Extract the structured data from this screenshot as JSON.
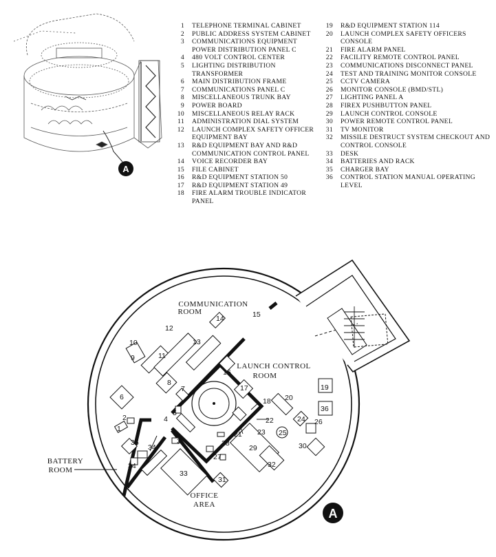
{
  "legend": {
    "items": [
      {
        "n": "1",
        "label": "TELEPHONE TERMINAL CABINET"
      },
      {
        "n": "2",
        "label": "PUBLIC ADDRESS SYSTEM CABINET"
      },
      {
        "n": "3",
        "label": "COMMUNICATIONS EQUIPMENT POWER DISTRIBUTION PANEL C"
      },
      {
        "n": "4",
        "label": "480 VOLT CONTROL CENTER"
      },
      {
        "n": "5",
        "label": "LIGHTING DISTRIBUTION TRANSFORMER"
      },
      {
        "n": "6",
        "label": "MAIN DISTRIBUTION FRAME"
      },
      {
        "n": "7",
        "label": "COMMUNICATIONS PANEL C"
      },
      {
        "n": "8",
        "label": "MISCELLANEOUS TRUNK BAY"
      },
      {
        "n": "9",
        "label": "POWER BOARD"
      },
      {
        "n": "10",
        "label": "MISCELLANEOUS RELAY RACK"
      },
      {
        "n": "11",
        "label": "ADMINISTRATION DIAL SYSTEM"
      },
      {
        "n": "12",
        "label": "LAUNCH COMPLEX SAFETY OFFICER EQUIPMENT BAY"
      },
      {
        "n": "13",
        "label": "R&D EQUIPMENT BAY AND R&D COMMUNICATION CONTROL PANEL"
      },
      {
        "n": "14",
        "label": "VOICE RECORDER BAY"
      },
      {
        "n": "15",
        "label": "FILE CABINET"
      },
      {
        "n": "16",
        "label": "R&D EQUIPMENT STATION 50"
      },
      {
        "n": "17",
        "label": "R&D EQUIPMENT STATION 49"
      },
      {
        "n": "18",
        "label": "FIRE ALARM TROUBLE INDICATOR PANEL"
      },
      {
        "n": "19",
        "label": "R&D EQUIPMENT STATION 114"
      },
      {
        "n": "20",
        "label": "LAUNCH COMPLEX SAFETY OFFICERS CONSOLE"
      },
      {
        "n": "21",
        "label": "FIRE ALARM PANEL"
      },
      {
        "n": "22",
        "label": "FACILITY REMOTE CONTROL PANEL"
      },
      {
        "n": "23",
        "label": "COMMUNICATIONS DISCONNECT PANEL"
      },
      {
        "n": "24",
        "label": "TEST AND TRAINING MONITOR CONSOLE"
      },
      {
        "n": "25",
        "label": "CCTV CAMERA"
      },
      {
        "n": "26",
        "label": "MONITOR CONSOLE (BMD/STL)"
      },
      {
        "n": "27",
        "label": "LIGHTING PANEL A"
      },
      {
        "n": "28",
        "label": "FIREX PUSHBUTTON PANEL"
      },
      {
        "n": "29",
        "label": "LAUNCH CONTROL CONSOLE"
      },
      {
        "n": "30",
        "label": "POWER REMOTE CONTROL PANEL"
      },
      {
        "n": "31",
        "label": "TV MONITOR"
      },
      {
        "n": "32",
        "label": "MISSILE DESTRUCT SYSTEM CHECKOUT AND CONTROL CONSOLE"
      },
      {
        "n": "33",
        "label": "DESK"
      },
      {
        "n": "34",
        "label": "BATTERIES AND RACK"
      },
      {
        "n": "35",
        "label": "CHARGER BAY"
      },
      {
        "n": "36",
        "label": "CONTROL STATION MANUAL OPERATING LEVEL"
      }
    ]
  },
  "rooms": {
    "communication_1": "COMMUNICATION",
    "communication_2": "ROOM",
    "launch_1": "LAUNCH CONTROL",
    "launch_2": "ROOM",
    "battery_1": "BATTERY",
    "battery_2": "ROOM",
    "office_1": "OFFICE",
    "office_2": "AREA"
  },
  "callout": "A"
}
